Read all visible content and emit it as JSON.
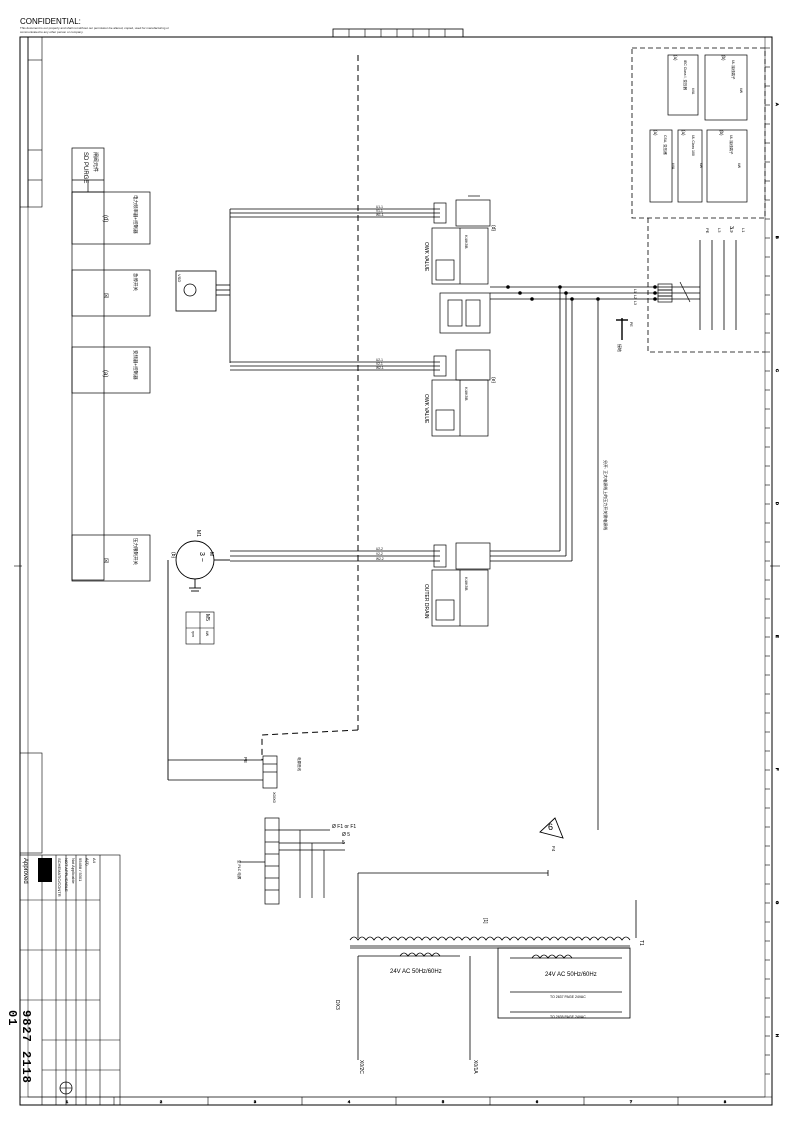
{
  "header": {
    "confidential": "CONFIDENTIAL:",
    "confidential_note": "This document is our property and shall not without our permission be altered, copied, used for manufacturing or communicated to any other person or company."
  },
  "column_numbers": [
    "1",
    "2",
    "3",
    "4",
    "5",
    "6",
    "7",
    "8"
  ],
  "row_letters": [
    "A",
    "B",
    "C",
    "D",
    "E",
    "F",
    "G",
    "H"
  ],
  "blocks": {
    "purge_box_title": "SD PURGE",
    "purge_box_sub": "闸阀元件",
    "purge_rows": [
      {
        "label": "电力频率器+控制器",
        "mark": "(d)"
      },
      {
        "label": "急停开关",
        "mark": "☒"
      },
      {
        "label": "变频器+控制器",
        "mark": "(a)"
      },
      {
        "label": "压力限制开关",
        "mark": "☒"
      }
    ],
    "motor": {
      "tag": "M1",
      "label": "3 ~",
      "sub": "M",
      "mark": "(b)"
    },
    "motor_table": {
      "title": "M5",
      "cells": [
        "kW",
        "rpm"
      ]
    },
    "inverter_box": {
      "tag": "VSD",
      "title": "SEPARATE VALVE"
    }
  },
  "valves": [
    {
      "tag": "K4/K5B",
      "name": "OWK VALUE",
      "mark": "(d)"
    },
    {
      "tag": "K4/K5B",
      "name": "OWK VALUE",
      "mark": "(e)"
    },
    {
      "tag": "K4/K5B",
      "name": "OUTER DRAIN",
      "mark": ""
    }
  ],
  "wire_labels": {
    "upper": [
      "U1-1",
      "V1-1",
      "W1-1"
    ],
    "lower": [
      "U2-1",
      "V2-1",
      "W2-1"
    ],
    "motor": [
      "U2-2",
      "V2-2",
      "W2-2"
    ],
    "phases": [
      "L1",
      "L2",
      "L3"
    ],
    "supply": [
      "L1",
      "L2",
      "L3",
      "PE"
    ],
    "supply_note": "3 ~",
    "cable_note": "分开: 正大电源线上的压力开关需电源线",
    "earth_note": "接地",
    "earth_tag": "PE"
  },
  "supply_boxes": [
    {
      "tag": "(a)",
      "title": "IEC Class I, 变压器",
      "val": "kVA"
    },
    {
      "tag": "(b)",
      "title": "UL 接线端子",
      "val": "kW"
    },
    {
      "tag": "(a)",
      "title": "CSA, 变压器",
      "val": "kVA"
    },
    {
      "tag": "(a)",
      "title": "UL Class 100",
      "val": "kW"
    },
    {
      "tag": "(b)",
      "title": "UL 接线端子",
      "val": "kW"
    }
  ],
  "terminal": {
    "pe_label": "PE",
    "x_label": "X0/X0",
    "note": "电源进线"
  },
  "relay_terminal": {
    "tag": "F1",
    "labels": [
      "Ø F1 or F1",
      "Ø 5",
      "5"
    ],
    "note": "至 PLC 电源"
  },
  "fuse": {
    "label": "F4",
    "warn": "6"
  },
  "transformer": {
    "tag": "T1",
    "left_coil": "24V AC 50Hz/60Hz",
    "right_coil": "24V AC 50Hz/60Hz",
    "bracket": "[1]",
    "lines": [
      "TO 2637 PAGE    24VAC",
      "TO 2635 PAGE    24VAC"
    ],
    "outputs": [
      "X0/2C",
      "X0/1A"
    ],
    "ref": "DX3"
  },
  "title_block": {
    "approved": "Approved",
    "doc_number": "9827 2118 01",
    "fields": [
      "SCHEMATIC/CONTR",
      "NOT APPLICABLE",
      "Not Applicable",
      "95498 / 5301",
      "A(3)",
      "A4"
    ]
  }
}
